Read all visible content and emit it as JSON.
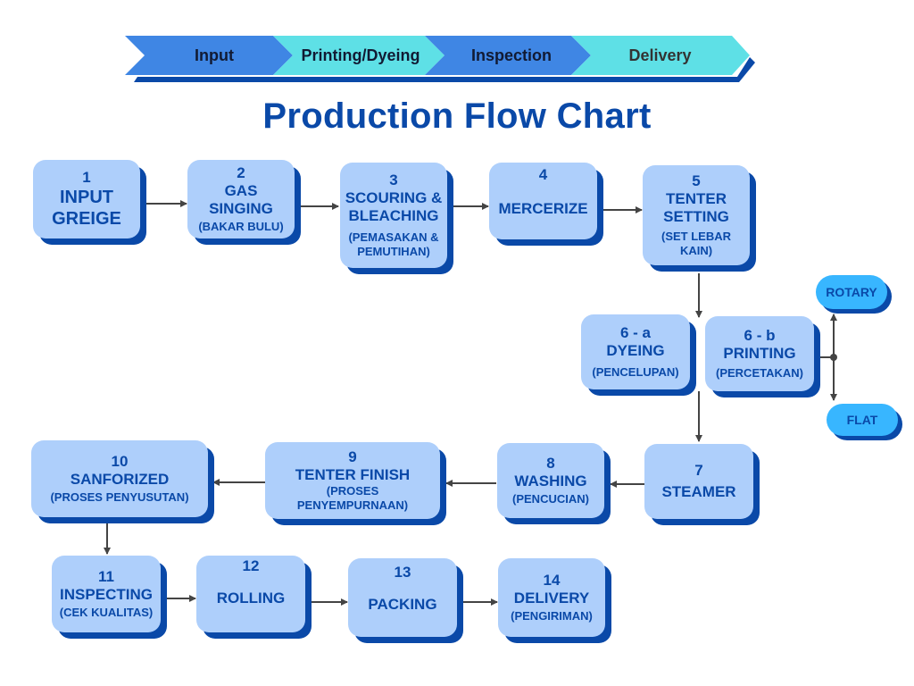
{
  "banner": {
    "stages": [
      {
        "label": "Input",
        "color": "#3f86e4"
      },
      {
        "label": "Printing/Dyeing",
        "color": "#5ee0e6"
      },
      {
        "label": "Inspection",
        "color": "#3f86e4"
      },
      {
        "label": "Delivery",
        "color": "#5ee0e6"
      }
    ],
    "shadow_color": "#0a49a8"
  },
  "title": "Production Flow Chart",
  "colors": {
    "node_fill": "#aecffb",
    "node_shadow": "#0a49a8",
    "text": "#0a49a8",
    "pill_fill": "#38b6ff",
    "connector": "#444444"
  },
  "nodes": [
    {
      "id": "1",
      "num": "1",
      "name": "INPUT GREIGE",
      "sub": ""
    },
    {
      "id": "2",
      "num": "2",
      "name": "GAS SINGING",
      "sub": "(BAKAR BULU)"
    },
    {
      "id": "3",
      "num": "3",
      "name": "SCOURING & BLEACHING",
      "sub": "(PEMASAKAN & PEMUTIHAN)"
    },
    {
      "id": "4",
      "num": "4",
      "name": "MERCERIZE",
      "sub": ""
    },
    {
      "id": "5",
      "num": "5",
      "name": "TENTER SETTING",
      "sub": "(SET LEBAR KAIN)"
    },
    {
      "id": "6a",
      "num": "6 - a",
      "name": "DYEING",
      "sub": "(PENCELUPAN)"
    },
    {
      "id": "6b",
      "num": "6 - b",
      "name": "PRINTING",
      "sub": "(PERCETAKAN)"
    },
    {
      "id": "7",
      "num": "7",
      "name": "STEAMER",
      "sub": ""
    },
    {
      "id": "8",
      "num": "8",
      "name": "WASHING",
      "sub": "(PENCUCIAN)"
    },
    {
      "id": "9",
      "num": "9",
      "name": "TENTER FINISH",
      "sub": "(PROSES PENYEMPURNAAN)"
    },
    {
      "id": "10",
      "num": "10",
      "name": "SANFORIZED",
      "sub": "(PROSES PENYUSUTAN)"
    },
    {
      "id": "11",
      "num": "11",
      "name": "INSPECTING",
      "sub": "(CEK KUALITAS)"
    },
    {
      "id": "12",
      "num": "12",
      "name": "ROLLING",
      "sub": ""
    },
    {
      "id": "13",
      "num": "13",
      "name": "PACKING",
      "sub": ""
    },
    {
      "id": "14",
      "num": "14",
      "name": "DELIVERY",
      "sub": "(PENGIRIMAN)"
    }
  ],
  "printing_options": [
    {
      "label": "ROTARY"
    },
    {
      "label": "FLAT"
    }
  ],
  "edges": [
    {
      "from": "1",
      "to": "2"
    },
    {
      "from": "2",
      "to": "3"
    },
    {
      "from": "3",
      "to": "4"
    },
    {
      "from": "4",
      "to": "5"
    },
    {
      "from": "5",
      "to": "6"
    },
    {
      "from": "6",
      "to": "7"
    },
    {
      "from": "6b",
      "to": "ROTARY"
    },
    {
      "from": "6b",
      "to": "FLAT"
    },
    {
      "from": "7",
      "to": "8"
    },
    {
      "from": "8",
      "to": "9"
    },
    {
      "from": "9",
      "to": "10"
    },
    {
      "from": "10",
      "to": "11"
    },
    {
      "from": "11",
      "to": "12"
    },
    {
      "from": "12",
      "to": "13"
    },
    {
      "from": "13",
      "to": "14"
    }
  ]
}
